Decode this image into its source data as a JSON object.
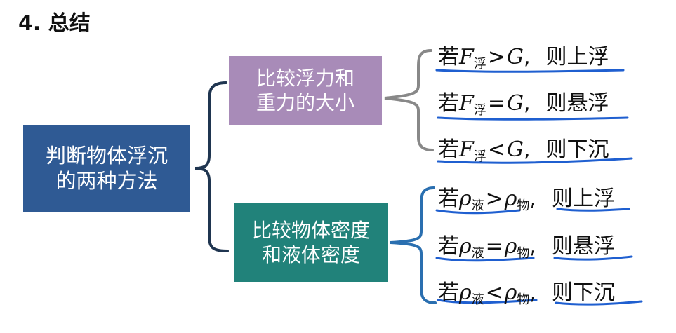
{
  "title": "4. 总结",
  "root": {
    "line1": "判断物体浮沉",
    "line2": "的两种方法"
  },
  "method1": {
    "line1": "比较浮力和",
    "line2": "重力的大小",
    "conditions": [
      {
        "prefix": "若",
        "symbol": "F",
        "subscript": "浮",
        "operator": ">",
        "rhs": "G",
        "sep": ",",
        "result": "则上浮"
      },
      {
        "prefix": "若",
        "symbol": "F",
        "subscript": "浮",
        "operator": "=",
        "rhs": "G",
        "sep": ",",
        "result": "则悬浮"
      },
      {
        "prefix": "若",
        "symbol": "F",
        "subscript": "浮",
        "operator": "<",
        "rhs": "G",
        "sep": ",",
        "result": "则下沉"
      }
    ]
  },
  "method2": {
    "line1": "比较物体密度",
    "line2": "和液体密度",
    "conditions": [
      {
        "prefix": "若",
        "symbol": "ρ",
        "subscript": "液",
        "operator": ">",
        "rhs": "ρ",
        "rhs_subscript": "物",
        "sep": ",",
        "result": "则上浮"
      },
      {
        "prefix": "若",
        "symbol": "ρ",
        "subscript": "液",
        "operator": "=",
        "rhs": "ρ",
        "rhs_subscript": "物",
        "sep": ",",
        "result": "则悬浮"
      },
      {
        "prefix": "若",
        "symbol": "ρ",
        "subscript": "液",
        "operator": "<",
        "rhs": "ρ",
        "rhs_subscript": "物",
        "sep": ",",
        "result": "则下沉"
      }
    ]
  },
  "colors": {
    "root_box": "#2f5a94",
    "method1_box": "#a88bb8",
    "method2_box": "#21827a",
    "brace_dark": "#1f3550",
    "brace_gray": "#888888",
    "brace_blue": "#2a6fb0",
    "underline_ink": "#1f5fd0"
  }
}
